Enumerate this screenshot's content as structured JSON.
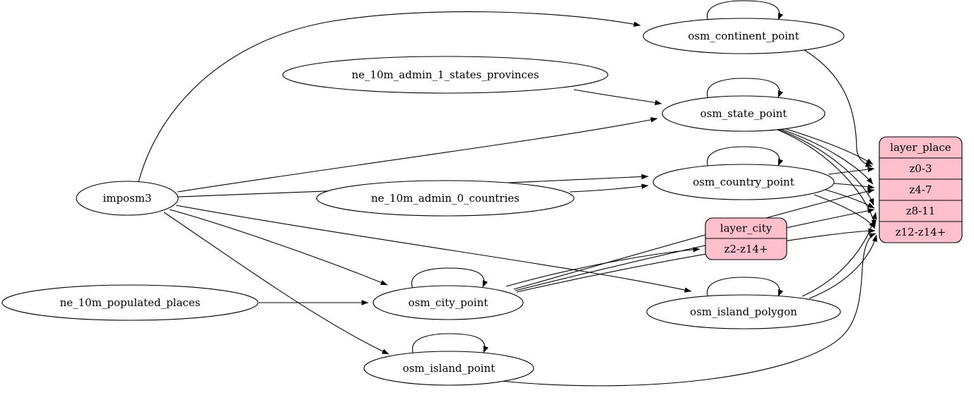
{
  "diagram": {
    "kind": "etl-graph",
    "colors": {
      "background": "#ffffff",
      "ellipse_fill": "#ffffff",
      "record_fill": "#ffc0cb",
      "stroke": "#000000",
      "text": "#000000"
    },
    "nodes": {
      "imposm3": {
        "shape": "ellipse",
        "label": "imposm3"
      },
      "ne_10m_admin_1_states_provinces": {
        "shape": "ellipse",
        "label": "ne_10m_admin_1_states_provinces"
      },
      "ne_10m_admin_0_countries": {
        "shape": "ellipse",
        "label": "ne_10m_admin_0_countries"
      },
      "ne_10m_populated_places": {
        "shape": "ellipse",
        "label": "ne_10m_populated_places"
      },
      "osm_continent_point": {
        "shape": "ellipse",
        "label": "osm_continent_point"
      },
      "osm_state_point": {
        "shape": "ellipse",
        "label": "osm_state_point"
      },
      "osm_country_point": {
        "shape": "ellipse",
        "label": "osm_country_point"
      },
      "osm_city_point": {
        "shape": "ellipse",
        "label": "osm_city_point"
      },
      "osm_island_polygon": {
        "shape": "ellipse",
        "label": "osm_island_polygon"
      },
      "osm_island_point": {
        "shape": "ellipse",
        "label": "osm_island_point"
      },
      "layer_city": {
        "shape": "record",
        "header": "layer_city",
        "rows": [
          "z2-z14+"
        ]
      },
      "layer_place": {
        "shape": "record",
        "header": "layer_place",
        "rows": [
          "z0-3",
          "z4-7",
          "z8-11",
          "z12-z14+"
        ]
      }
    },
    "edges": [
      {
        "from": "imposm3",
        "to": "osm_continent_point"
      },
      {
        "from": "imposm3",
        "to": "osm_state_point"
      },
      {
        "from": "imposm3",
        "to": "osm_country_point"
      },
      {
        "from": "imposm3",
        "to": "osm_city_point"
      },
      {
        "from": "imposm3",
        "to": "osm_island_polygon"
      },
      {
        "from": "imposm3",
        "to": "osm_island_point"
      },
      {
        "from": "ne_10m_admin_1_states_provinces",
        "to": "osm_state_point"
      },
      {
        "from": "ne_10m_admin_0_countries",
        "to": "osm_country_point"
      },
      {
        "from": "ne_10m_populated_places",
        "to": "osm_city_point"
      },
      {
        "from": "osm_continent_point",
        "to": "osm_continent_point"
      },
      {
        "from": "osm_state_point",
        "to": "osm_state_point"
      },
      {
        "from": "osm_country_point",
        "to": "osm_country_point"
      },
      {
        "from": "osm_city_point",
        "to": "osm_city_point"
      },
      {
        "from": "osm_island_polygon",
        "to": "osm_island_polygon"
      },
      {
        "from": "osm_island_point",
        "to": "osm_island_point"
      },
      {
        "from": "osm_continent_point",
        "to": "layer_place",
        "row": "z0-3"
      },
      {
        "from": "osm_state_point",
        "to": "layer_place",
        "row": "z0-3"
      },
      {
        "from": "osm_state_point",
        "to": "layer_place",
        "row": "z4-7"
      },
      {
        "from": "osm_state_point",
        "to": "layer_place",
        "row": "z8-11"
      },
      {
        "from": "osm_state_point",
        "to": "layer_place",
        "row": "z12-z14+"
      },
      {
        "from": "osm_country_point",
        "to": "layer_place",
        "row": "z0-3"
      },
      {
        "from": "osm_country_point",
        "to": "layer_place",
        "row": "z4-7"
      },
      {
        "from": "osm_country_point",
        "to": "layer_place",
        "row": "z8-11"
      },
      {
        "from": "osm_country_point",
        "to": "layer_place",
        "row": "z12-z14+"
      },
      {
        "from": "osm_city_point",
        "to": "layer_city",
        "row": "z2-z14+"
      },
      {
        "from": "osm_city_point",
        "to": "layer_place",
        "row": "z4-7"
      },
      {
        "from": "osm_city_point",
        "to": "layer_place",
        "row": "z8-11"
      },
      {
        "from": "osm_city_point",
        "to": "layer_place",
        "row": "z12-z14+"
      },
      {
        "from": "osm_island_polygon",
        "to": "layer_place",
        "row": "z8-11"
      },
      {
        "from": "osm_island_polygon",
        "to": "layer_place",
        "row": "z12-z14+"
      },
      {
        "from": "osm_island_point",
        "to": "layer_place",
        "row": "z12-z14+"
      }
    ]
  }
}
